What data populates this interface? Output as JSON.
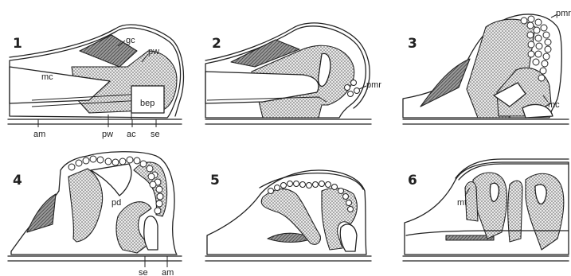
{
  "panels": [
    {
      "number": "1",
      "labels": {
        "gc": "gc",
        "pw_top": "pw",
        "mc": "mc",
        "bep": "bep",
        "am": "am",
        "pw_bottom": "pw",
        "ac": "ac",
        "se": "se"
      }
    },
    {
      "number": "2",
      "labels": {
        "pmr": "pmr"
      }
    },
    {
      "number": "3",
      "labels": {
        "pmr": "pmr",
        "mc": "mc"
      }
    },
    {
      "number": "4",
      "labels": {
        "pd": "pd",
        "se": "se",
        "am": "am"
      }
    },
    {
      "number": "5",
      "labels": {}
    },
    {
      "number": "6",
      "labels": {
        "mt": "mt"
      }
    }
  ]
}
